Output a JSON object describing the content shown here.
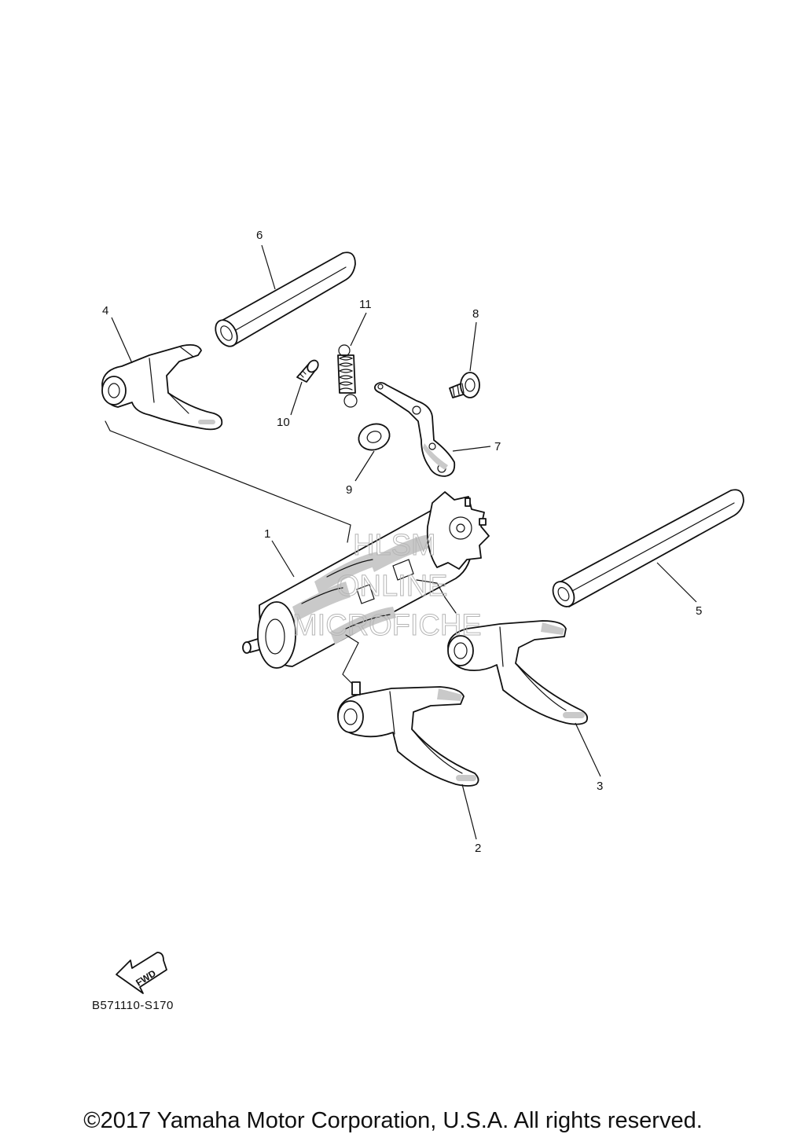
{
  "callouts": {
    "c1": "1",
    "c2": "2",
    "c3": "3",
    "c4": "4",
    "c5": "5",
    "c6": "6",
    "c7": "7",
    "c8": "8",
    "c9": "9",
    "c10": "10",
    "c11": "11"
  },
  "watermark": {
    "line1": "HLSM",
    "line2": "ONLINE",
    "line3": "MICROFICHE"
  },
  "fwd_arrow": {
    "label": "FWD",
    "icon": "fwd-arrow-icon"
  },
  "diagram_code": "B571110-S170",
  "copyright": "©2017 Yamaha Motor Corporation, U.S.A. All rights reserved."
}
